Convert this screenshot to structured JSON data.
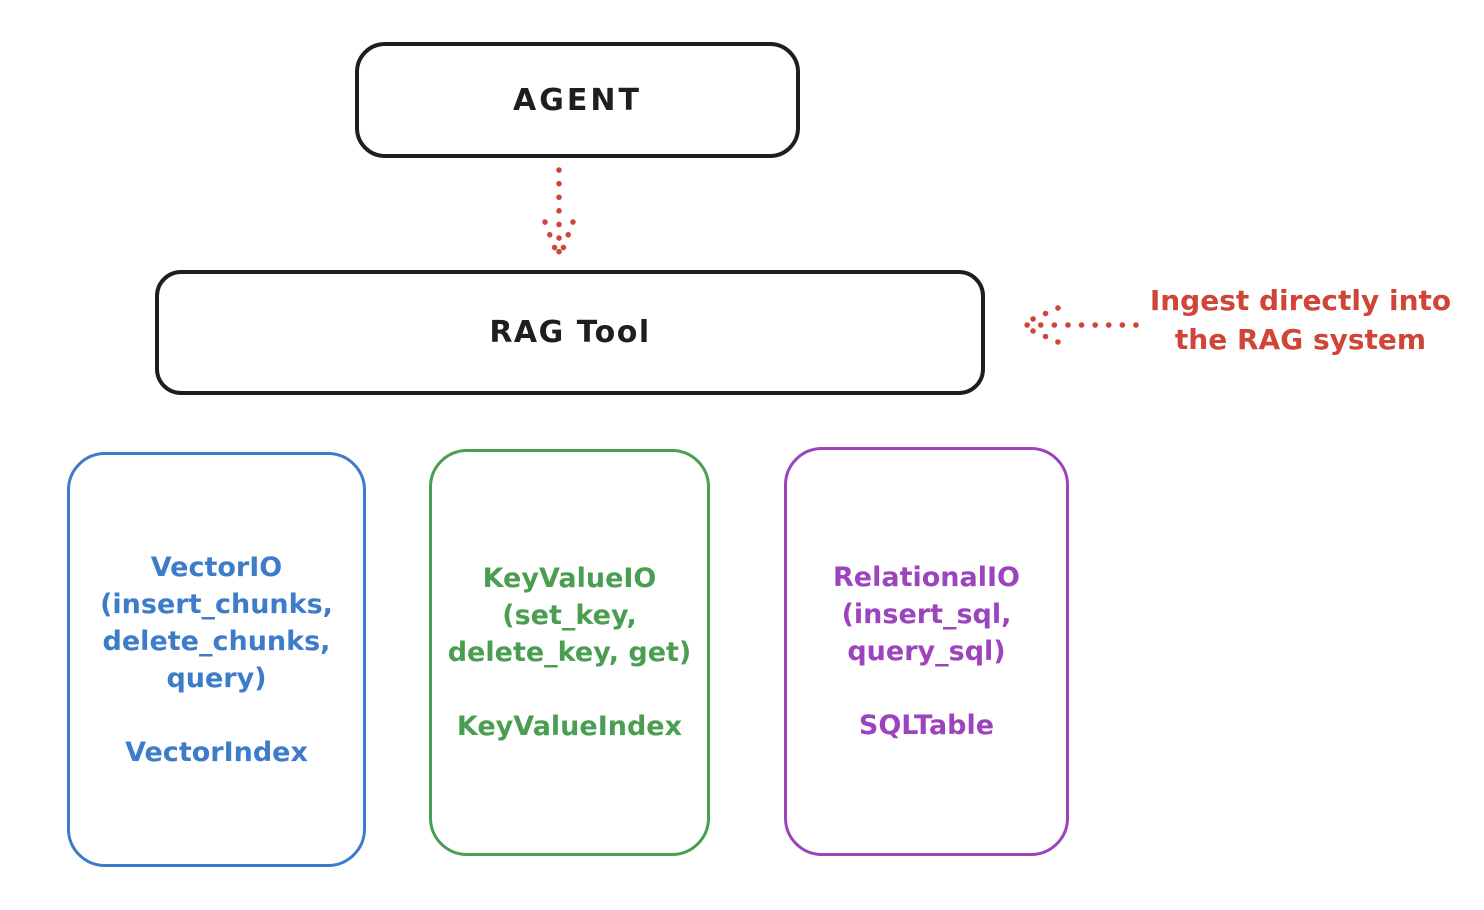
{
  "diagram": {
    "agent": {
      "label": "AGENT"
    },
    "rag_tool": {
      "label": "RAG Tool"
    },
    "ingest_annotation": {
      "lines": [
        "Ingest directly into",
        "the RAG system"
      ],
      "color": "#cf4538"
    },
    "storage_boxes": [
      {
        "id": "vector-io",
        "color": "#3d7cc9",
        "title_lines": [
          "VectorIO",
          "(insert_chunks,",
          "delete_chunks,",
          "query)"
        ],
        "index_label": "VectorIndex"
      },
      {
        "id": "keyvalue-io",
        "color": "#4a9e52",
        "title_lines": [
          "KeyValueIO",
          "(set_key,",
          "delete_key, get)"
        ],
        "index_label": "KeyValueIndex"
      },
      {
        "id": "relational-io",
        "color": "#9c44bd",
        "title_lines": [
          "RelationalIO",
          "(insert_sql,",
          "query_sql)"
        ],
        "index_label": "SQLTable"
      }
    ],
    "colors": {
      "box_stroke": "#1e1e1e",
      "arrow_red": "#cf4538",
      "background": "#ffffff"
    }
  }
}
